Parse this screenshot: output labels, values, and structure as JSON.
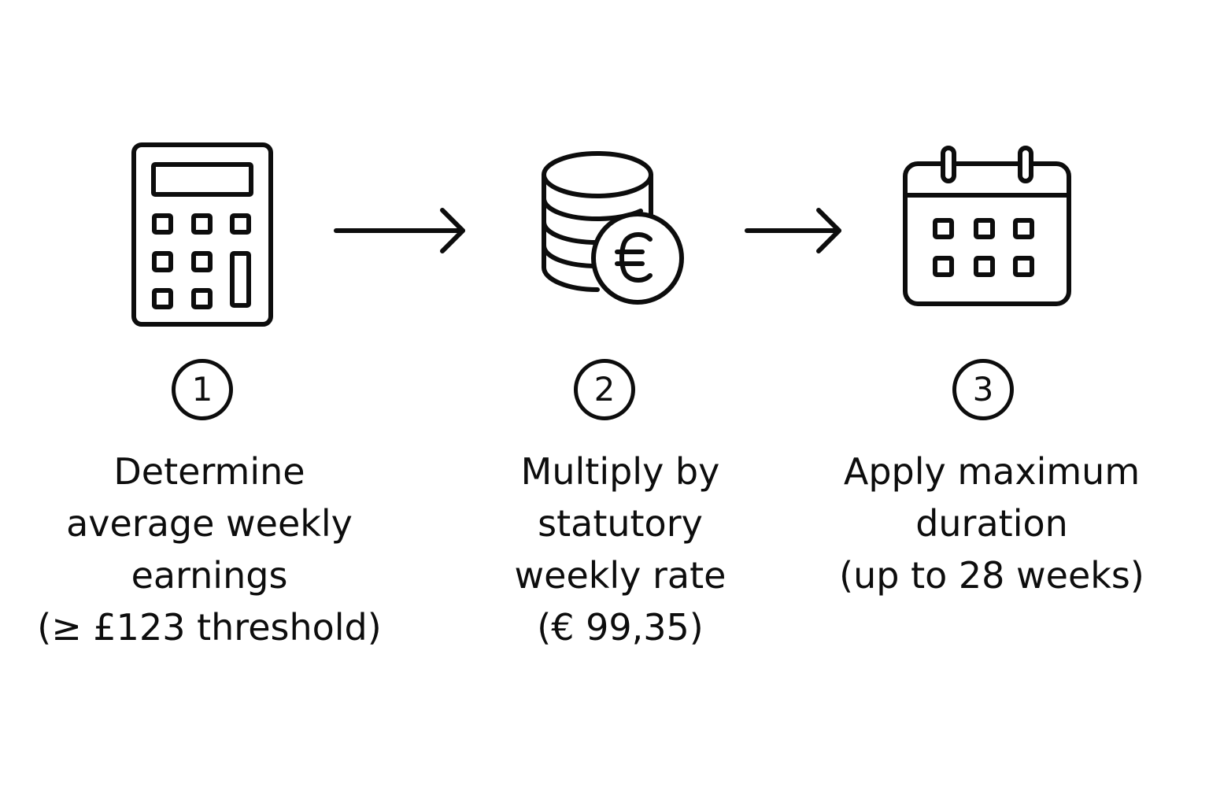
{
  "steps": [
    {
      "number": "1",
      "icon": "calculator-icon",
      "lines": [
        "Determine",
        "average weekly",
        "earnings",
        "(≥ £123 threshold)"
      ]
    },
    {
      "number": "2",
      "icon": "coins-euro-icon",
      "lines": [
        "Multiply by",
        "statutory",
        "weekly rate",
        "(€ 99,35)"
      ]
    },
    {
      "number": "3",
      "icon": "calendar-icon",
      "lines": [
        "Apply maximum",
        "duration",
        "(up to 28 weeks)"
      ]
    }
  ],
  "colors": {
    "stroke": "#0d0d0d",
    "background": "#ffffff"
  }
}
